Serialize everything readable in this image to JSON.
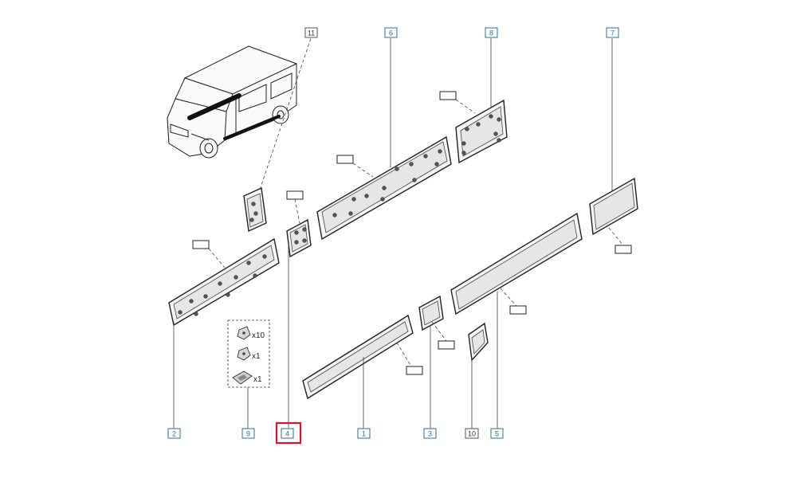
{
  "callouts": {
    "c1": "1",
    "c2": "2",
    "c3": "3",
    "c4": "4",
    "c5": "5",
    "c6": "6",
    "c7": "7",
    "c8": "8",
    "c9": "9",
    "c10": "10",
    "c11": "11"
  },
  "kit": {
    "qty_clip_a": "x10",
    "qty_clip_b": "x1",
    "qty_clip_c": "x1"
  },
  "selected_callout": "4",
  "colors": {
    "callout_border": "#2a6f9a",
    "highlight": "#d9142b",
    "line": "#222222"
  },
  "icons": [
    "van-icon",
    "clip-icon"
  ]
}
